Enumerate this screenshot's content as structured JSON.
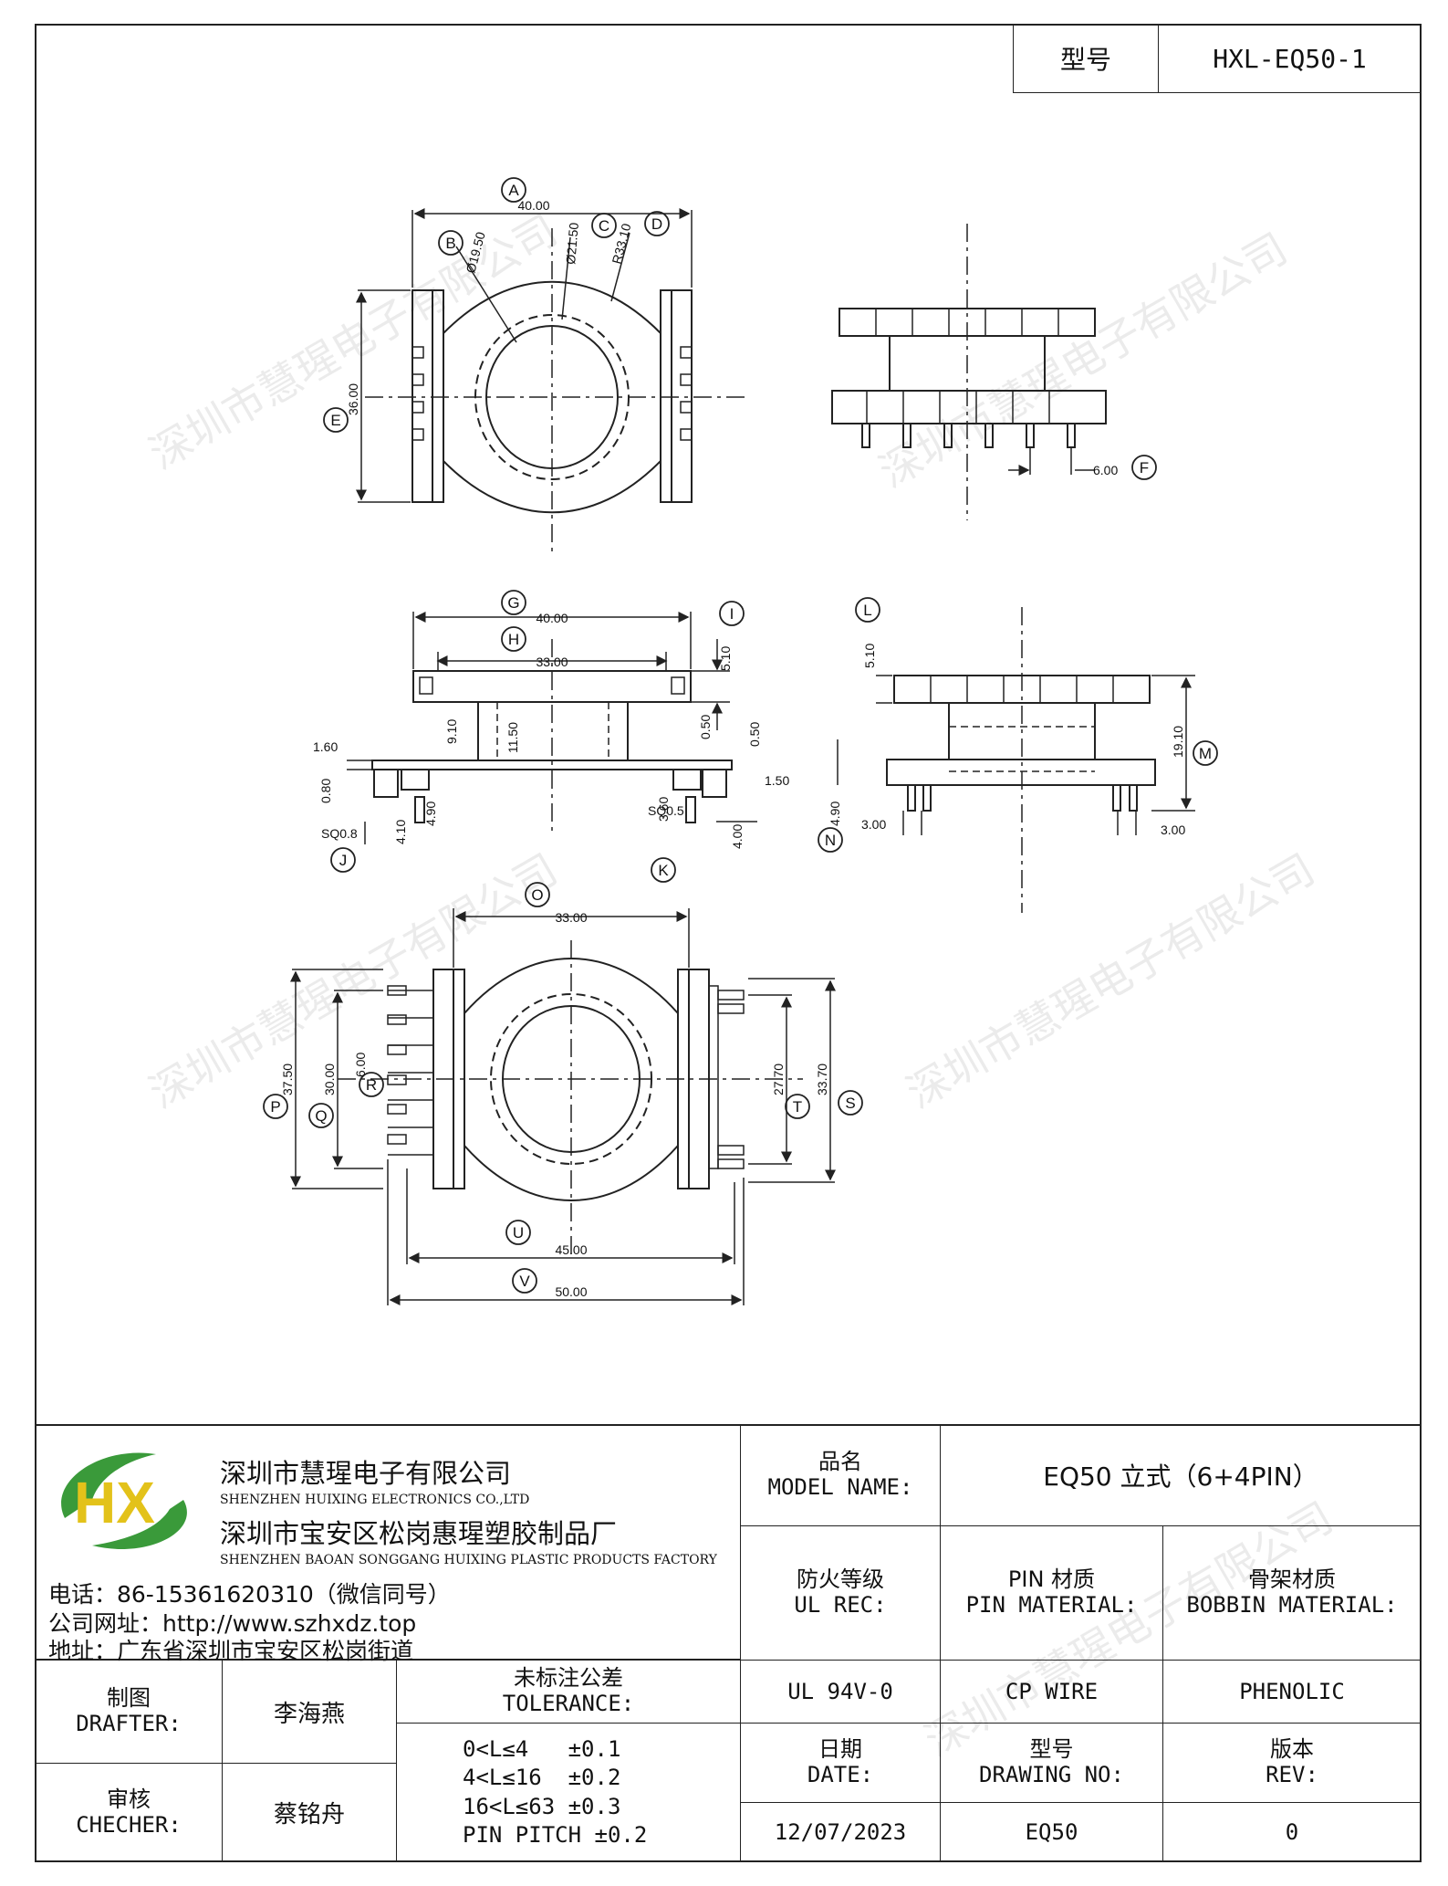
{
  "header": {
    "model_label": "型号",
    "model_value": "HXL-EQ50-1"
  },
  "watermark": "深圳市慧瑆电子有限公司",
  "drawing": {
    "circle_labels": [
      "A",
      "B",
      "C",
      "D",
      "E",
      "F",
      "G",
      "H",
      "I",
      "J",
      "K",
      "L",
      "M",
      "N",
      "O",
      "P",
      "Q",
      "R",
      "S",
      "T",
      "U",
      "V"
    ],
    "dims": {
      "A": "40.00",
      "B": "Ø19.50",
      "C": "Ø21.50",
      "D": "R33.10",
      "E": "36.00",
      "F": "6.00",
      "G": "40.00",
      "H": "33.00",
      "I": "5.10",
      "J": "SQ0.8",
      "K": "SQ0.5",
      "L": "5.10",
      "M": "19.10",
      "N": "4.90",
      "O": "33.00",
      "P": "37.50",
      "Q": "30.00",
      "R": "6.00",
      "S": "33.70",
      "T": "27.70",
      "U": "45.00",
      "V": "50.00",
      "d_160": "1.60",
      "d_080": "0.80",
      "d_410": "4.10",
      "d_490": "4.90",
      "d_910": "9.10",
      "d_1150": "11.50",
      "d_050a": "0.50",
      "d_050b": "0.50",
      "d_150": "1.50",
      "d_360": "3.60",
      "d_400": "4.00",
      "d_300a": "3.00",
      "d_300b": "3.00"
    }
  },
  "company": {
    "name_cn": "深圳市慧瑆电子有限公司",
    "name_en": "SHENZHEN HUIXING ELECTRONICS CO.,LTD",
    "factory_cn": "深圳市宝安区松岗惠瑆塑胶制品厂",
    "factory_en": "SHENZHEN BAOAN SONGGANG HUIXING PLASTIC PRODUCTS FACTORY",
    "phone": "电话：86-15361620310（微信同号）",
    "website": "公司网址：http://www.szhxdz.top",
    "address": "地址：广东省深圳市宝安区松岗街道",
    "logo_text": "HX"
  },
  "title_block": {
    "model_name_cn": "品名",
    "model_name_en": "MODEL NAME:",
    "model_name_value": "EQ50 立式（6+4PIN）",
    "fire_cn": "防火等级",
    "fire_en": "UL REC:",
    "pin_mat_cn": "PIN 材质",
    "pin_mat_en": "PIN MATERIAL:",
    "bobbin_mat_cn": "骨架材质",
    "bobbin_mat_en": "BOBBIN MATERIAL:",
    "fire_value": "UL 94V-0",
    "pin_value": "CP WIRE",
    "bobbin_value": "PHENOLIC",
    "drafter_cn": "制图",
    "drafter_en": "DRAFTER:",
    "drafter_name": "李海燕",
    "checker_cn": "审核",
    "checker_en": "CHECHER:",
    "checker_name": "蔡铭舟",
    "tol_cn": "未标注公差",
    "tol_en": "TOLERANCE:",
    "tolerances": [
      "0<L≤4   ±0.1",
      "4<L≤16  ±0.2",
      "16<L≤63 ±0.3",
      "PIN PITCH ±0.2"
    ],
    "date_cn": "日期",
    "date_en": "DATE:",
    "date_value": "12/07/2023",
    "drawing_no_cn": "型号",
    "drawing_no_en": "DRAWING NO:",
    "drawing_no_value": "EQ50",
    "rev_cn": "版本",
    "rev_en": "REV:",
    "rev_value": "0"
  },
  "colors": {
    "line": "#222222",
    "logo_green": "#3a9a3a",
    "logo_yellow": "#e3c21a"
  }
}
